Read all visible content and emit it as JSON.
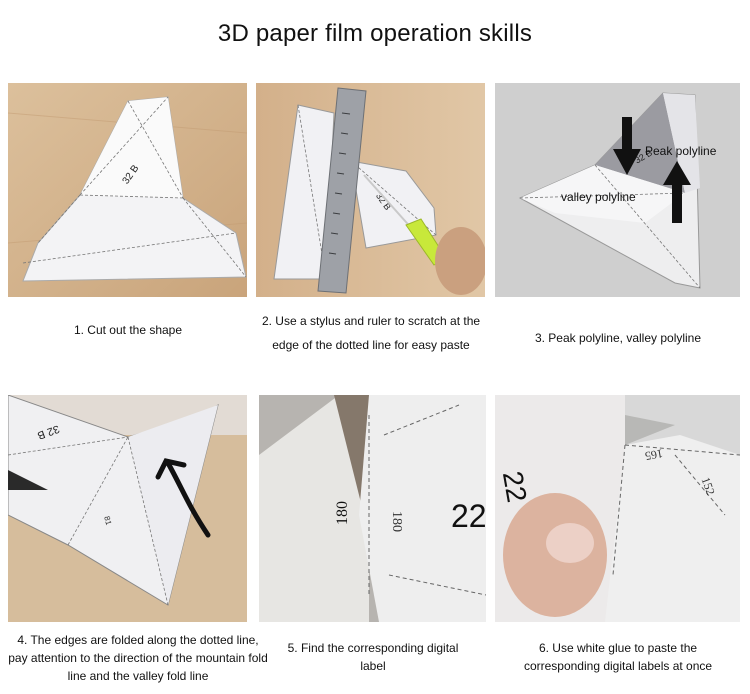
{
  "page_title": "3D paper film operation skills",
  "steps": [
    {
      "caption": "1. Cut out the shape",
      "part_label": "32 B"
    },
    {
      "caption": "2. Use a stylus and ruler to scratch at the edge of the dotted line for easy paste",
      "part_label": "32 B"
    },
    {
      "caption": "3. Peak polyline, valley polyline",
      "part_label": "32 B",
      "peak_label": "Peak polyline",
      "valley_label": "valley polyline"
    },
    {
      "caption": "4. The edges are folded along the dotted line, pay attention to the direction of the mountain fold line and the valley fold line",
      "part_label": "32 B",
      "edge_number": "81"
    },
    {
      "caption": "5. Find the corresponding digital label",
      "number_a": "180",
      "number_b": "180",
      "number_c": "22"
    },
    {
      "caption": "6. Use white glue to paste the corresponding digital labels at once",
      "number_a": "165",
      "number_b": "152",
      "number_c": "22"
    }
  ],
  "colors": {
    "wood": "#d7b48b",
    "wood_dark": "#b8916a",
    "paper": "#f1f1f3",
    "arrow": "#111111",
    "cutter": "#c8e83a"
  }
}
